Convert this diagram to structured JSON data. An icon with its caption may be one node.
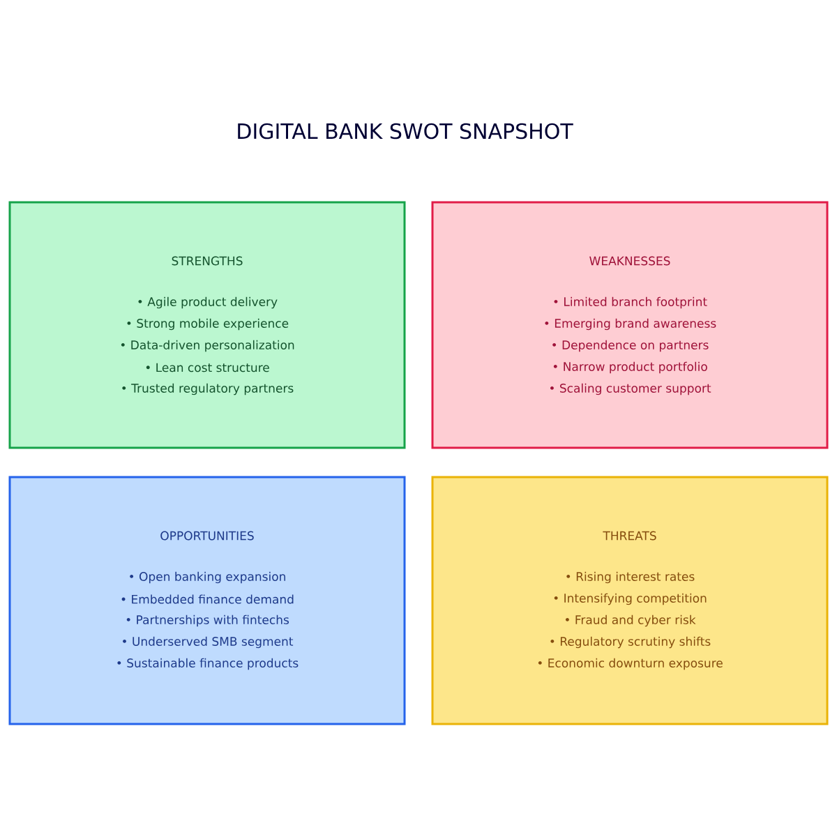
{
  "diagram": {
    "title": "DIGITAL BANK SWOT SNAPSHOT",
    "nodes": [
      {
        "text": [
          "STRENGTHS",
          "• Agile product delivery",
          "• Strong mobile experience",
          "• Data-driven personalization",
          "• Lean cost structure",
          "• Trusted regulatory partners"
        ]
      },
      {
        "text": [
          "WEAKNESSES",
          "• Limited branch footprint",
          "• Emerging brand awareness",
          "• Dependence on partners",
          "• Narrow product portfolio",
          "• Scaling customer support"
        ]
      },
      {
        "text": [
          "OPPORTUNITIES",
          "• Open banking expansion",
          "• Embedded finance demand",
          "• Partnerships with fintechs",
          "• Underserved SMB segment",
          "• Sustainable finance products"
        ]
      },
      {
        "text": [
          "THREATS",
          "• Rising interest rates",
          "• Intensifying competition",
          "• Fraud and cyber risk",
          "• Regulatory scrutiny shifts",
          "• Economic downturn exposure"
        ]
      }
    ]
  }
}
